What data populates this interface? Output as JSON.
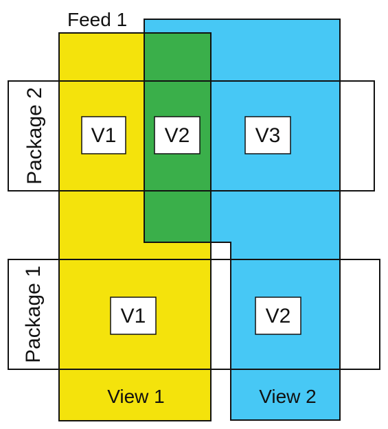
{
  "diagram": {
    "feed": {
      "label": "Feed 1"
    },
    "packages": [
      {
        "label": "Package 2"
      },
      {
        "label": "Package 1"
      }
    ],
    "views": [
      {
        "label": "View 1",
        "color": "#f4e30c"
      },
      {
        "label": "View 2",
        "color": "#47c8f5"
      }
    ],
    "overlap_color": "#3aaf4a",
    "versions": {
      "package2": [
        "V1",
        "V2",
        "V3"
      ],
      "package1": [
        "V1",
        "V2"
      ]
    }
  }
}
